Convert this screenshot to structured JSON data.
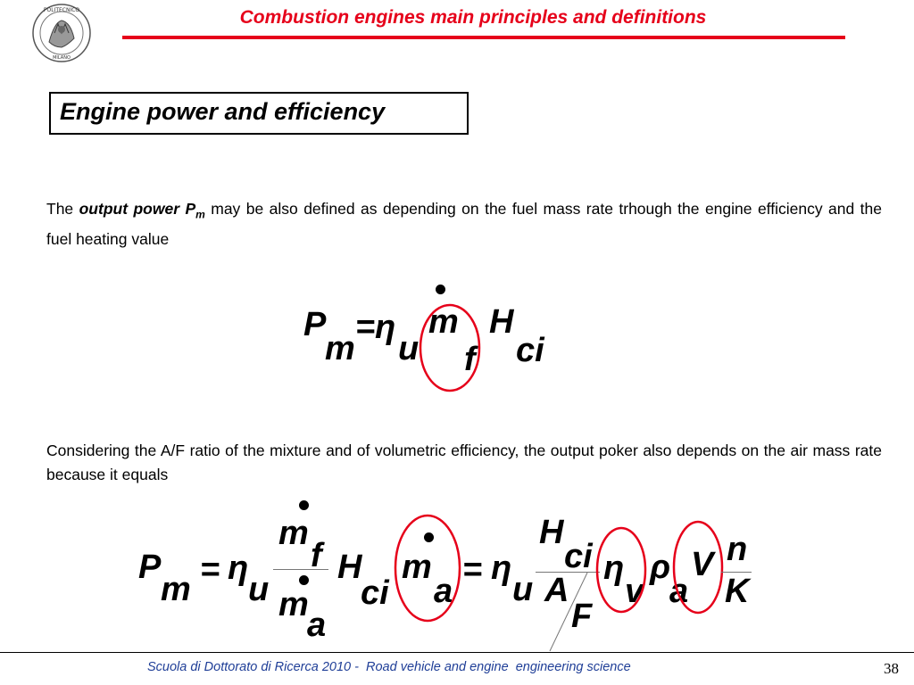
{
  "header": {
    "title": "Combustion engines main principles and definitions",
    "logo_text_top": "POLITECNICO",
    "logo_text_bottom": "MILANO"
  },
  "section": {
    "label": "Engine power and efficiency"
  },
  "paragraph1": {
    "pre": "The ",
    "emph": "output power P",
    "emph_sub": "m",
    "post": " may be also defined as depending on the fuel mass rate trhough the engine efficiency and the fuel heating value"
  },
  "paragraph2": {
    "text": "Considering the A/F ratio of the mixture and of volumetric efficiency, the output poker also depends on the air mass rate because it equals"
  },
  "equation1": {
    "P": "P",
    "m_sub": "m",
    "eq": "=",
    "eta": "η",
    "u_sub": "u",
    "m": "m",
    "f_sub": "f",
    "H": "H",
    "ci_sub": "ci"
  },
  "equation2": {
    "P": "P",
    "m_sub": "m",
    "eq1": "=",
    "eta": "η",
    "u_sub": "u",
    "num_m": "m",
    "num_f": "f",
    "den_m": "m",
    "den_a": "a",
    "H": "H",
    "ci_sub": "ci",
    "ma_m": "m",
    "ma_a": "a",
    "eq2": "=",
    "eta2": "η",
    "u2_sub": "u",
    "frac_H": "H",
    "frac_ci": "ci",
    "frac_A": "A",
    "frac_F": "F",
    "eta_v": "η",
    "v_sub": "v",
    "rho": "ρ",
    "a_sub": "a",
    "V": "V",
    "n": "n",
    "K": "K"
  },
  "footer": {
    "text": "Scuola di Dottorato di Ricerca 2010 -  Road vehicle and engine  engineering science",
    "page": "38"
  },
  "colors": {
    "title": "#e6001a",
    "footer": "#1f3e97",
    "highlight": "#e6001a"
  }
}
